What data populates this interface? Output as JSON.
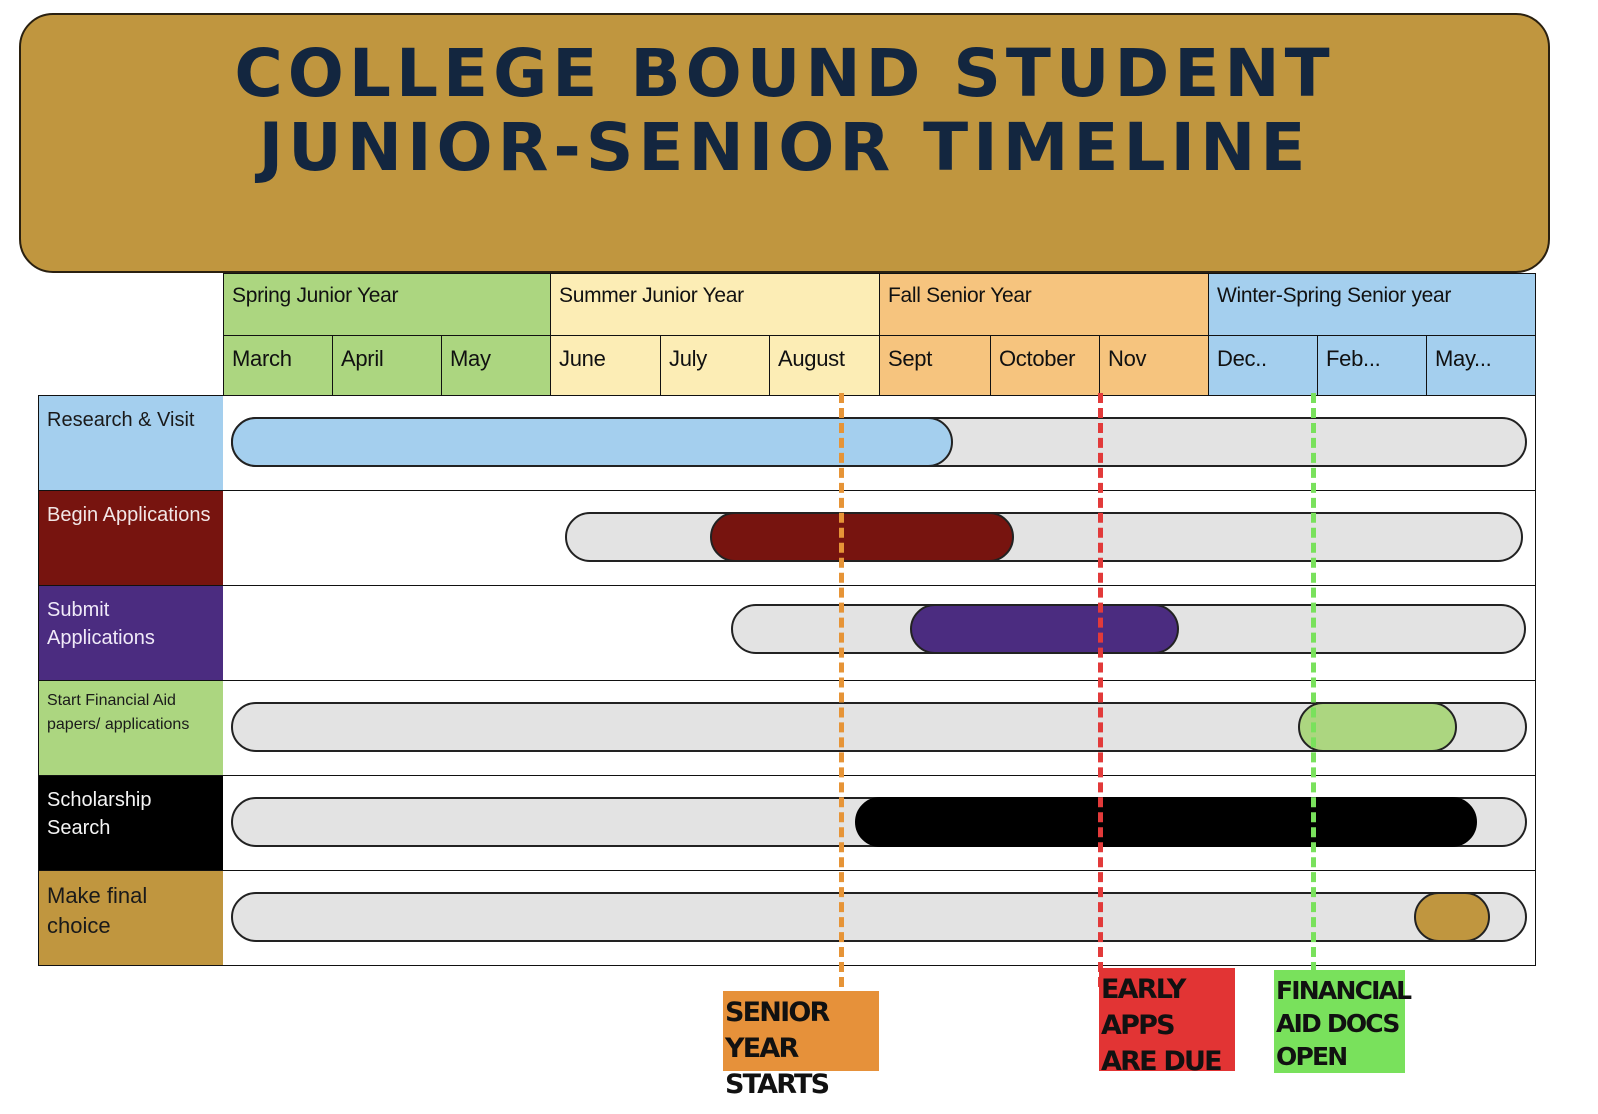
{
  "title": {
    "line1": "College Bound Student",
    "line2": "Junior-Senior Timeline",
    "banner_color": "#c0963f",
    "text_color": "#13263f"
  },
  "seasons": [
    {
      "label": "Spring Junior Year",
      "color": "#acd680",
      "months": 3
    },
    {
      "label": "Summer Junior Year",
      "color": "#fcedb5",
      "months": 3
    },
    {
      "label": "Fall Senior Year",
      "color": "#f6c47e",
      "months": 3
    },
    {
      "label": "Winter-Spring Senior year",
      "color": "#a4cfee",
      "months": 3
    }
  ],
  "months": [
    "March",
    "April",
    "May",
    "June",
    "July",
    "August",
    "Sept",
    "October",
    "Nov",
    "Dec..",
    "Feb...",
    "May..."
  ],
  "tasks": [
    {
      "label": "Research & Visit",
      "label_bg": "#a4cfee",
      "label_color": "#1a1a1a",
      "bar_color": "#a4cfee",
      "track_start": "March",
      "track_end": "May...",
      "bar_start": "March",
      "bar_end": "Sept"
    },
    {
      "label": "Begin Applications",
      "label_bg": "#77140f",
      "label_color": "#f2e6e6",
      "bar_color": "#77140f",
      "track_start": "June",
      "track_end": "May...",
      "bar_start": "July",
      "bar_end": "October"
    },
    {
      "label": "Submit Applications",
      "label_bg": "#4b2c80",
      "label_color": "#f0eaf8",
      "bar_color": "#4b2c80",
      "track_start": "July",
      "track_end": "May...",
      "bar_start": "Sept",
      "bar_end": "Nov"
    },
    {
      "label": "Start Financial Aid papers/ applications",
      "label_bg": "#acd680",
      "label_color": "#1a1a1a",
      "bar_color": "#acd680",
      "track_start": "March",
      "track_end": "May...",
      "bar_start": "Dec..",
      "bar_end": "Feb..."
    },
    {
      "label": "Scholarship Search",
      "label_bg": "#000000",
      "label_color": "#f5f5f5",
      "bar_color": "#000000",
      "track_start": "March",
      "track_end": "May...",
      "bar_start": "August",
      "bar_end": "May..."
    },
    {
      "label": "Make final choice",
      "label_bg": "#c0963f",
      "label_color": "#1a1a1a",
      "bar_color": "#c0963f",
      "track_start": "March",
      "track_end": "May...",
      "bar_start": "May...",
      "bar_end": "May..."
    }
  ],
  "milestones": [
    {
      "label": "Senior Year Starts",
      "line1": "Senior Year",
      "line2": "Starts",
      "line3": "",
      "color": "#e6913a",
      "position": "August"
    },
    {
      "label": "Early Apps Are Due",
      "line1": "Early Apps",
      "line2": "Are Due",
      "line3": "",
      "color": "#e23434",
      "position": "Nov"
    },
    {
      "label": "Financial Aid Docs Open",
      "line1": "Financial",
      "line2": "Aid Docs",
      "line3": "Open",
      "color": "#79e15c",
      "position": "Feb..."
    }
  ],
  "chart_data": {
    "type": "gantt",
    "title": "College Bound Student Junior-Senior Timeline",
    "categories": [
      "March",
      "April",
      "May",
      "June",
      "July",
      "August",
      "Sept",
      "October",
      "Nov",
      "Dec..",
      "Feb...",
      "May..."
    ],
    "groups": [
      "Spring Junior Year",
      "Summer Junior Year",
      "Fall Senior Year",
      "Winter-Spring Senior year"
    ],
    "series": [
      {
        "name": "Research & Visit",
        "start": "March",
        "end": "Sept"
      },
      {
        "name": "Begin Applications",
        "start": "July",
        "end": "October"
      },
      {
        "name": "Submit Applications",
        "start": "Sept",
        "end": "Nov"
      },
      {
        "name": "Start Financial Aid papers/ applications",
        "start": "Dec..",
        "end": "Feb..."
      },
      {
        "name": "Scholarship Search",
        "start": "August",
        "end": "May..."
      },
      {
        "name": "Make final choice",
        "start": "May...",
        "end": "May..."
      }
    ],
    "annotations": [
      {
        "text": "SENIOR YEAR STARTS",
        "at": "August/Sept boundary"
      },
      {
        "text": "EARLY APPS ARE DUE",
        "at": "Nov"
      },
      {
        "text": "FINANCIAL AID DOCS OPEN",
        "at": "Feb..."
      }
    ]
  }
}
